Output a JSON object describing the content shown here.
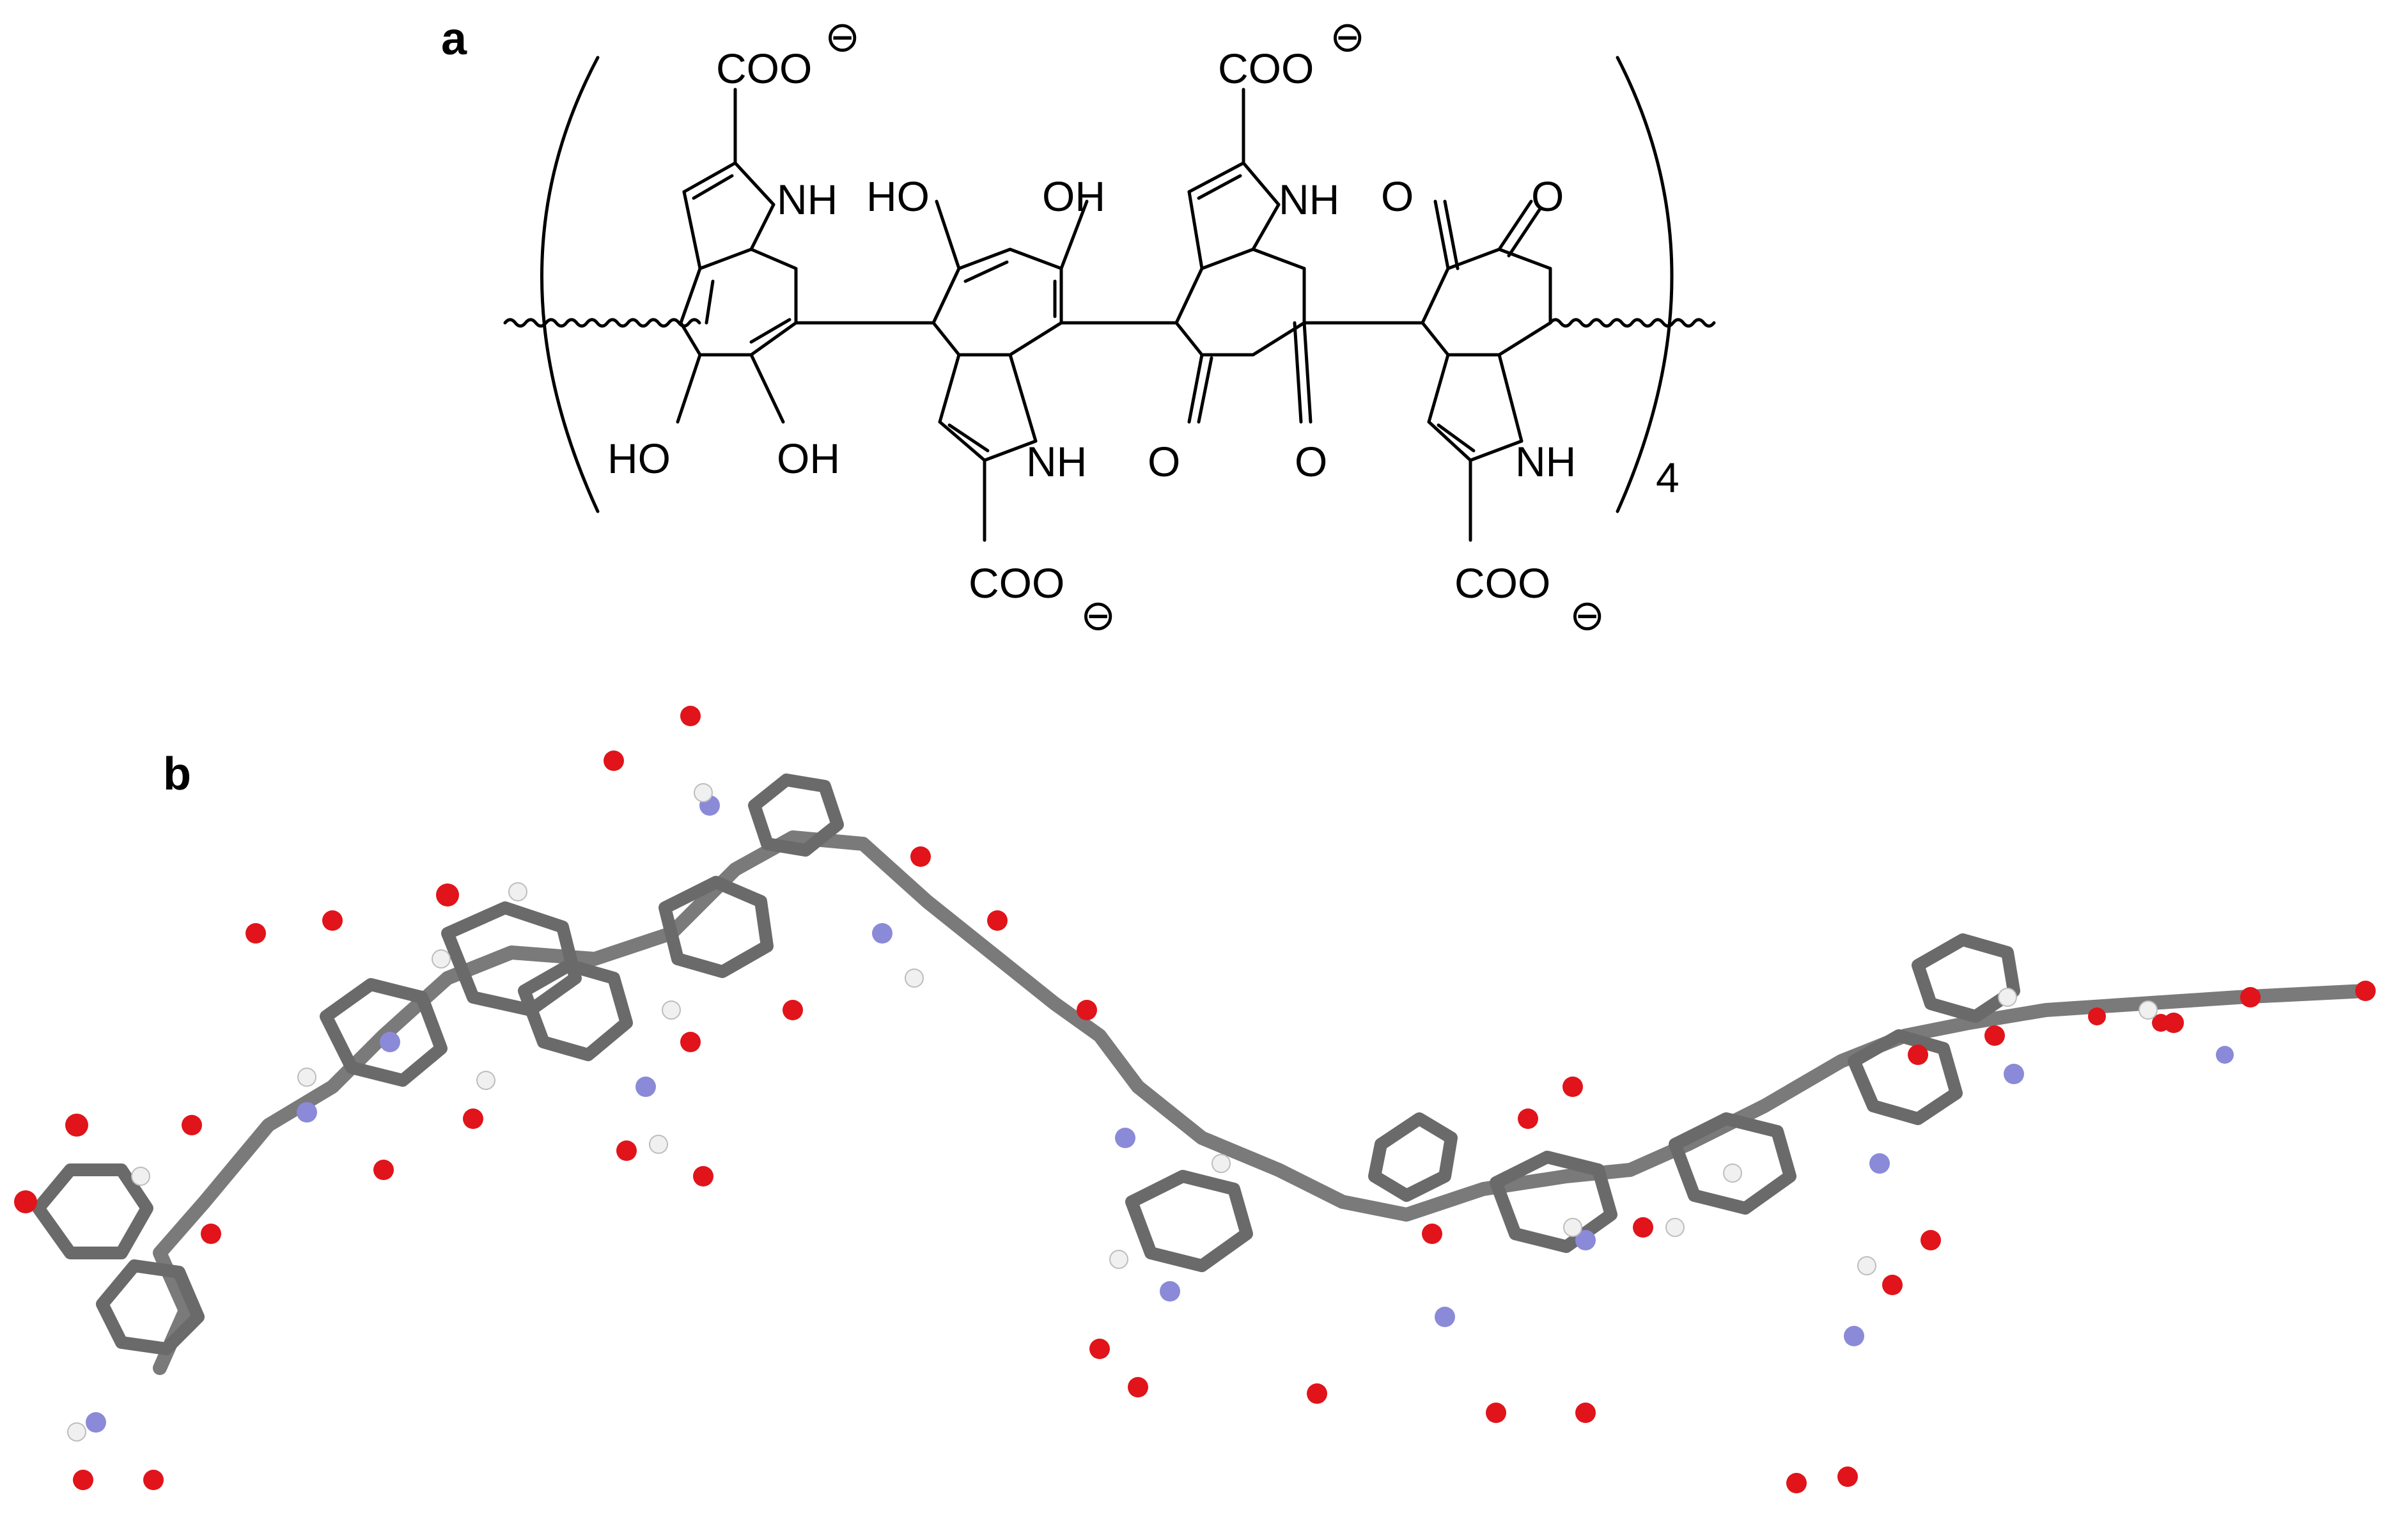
{
  "panel_a": {
    "label": "a",
    "repeat_subscript": "4",
    "carboxylates": [
      "COO",
      "COO",
      "COO",
      "COO"
    ],
    "charge": "⊖",
    "hydroxyls": [
      "HO",
      "OH",
      "HO",
      "OH"
    ],
    "amines": [
      "NH",
      "NH",
      "NH",
      "NH"
    ],
    "oxo": [
      "O",
      "O",
      "O",
      "O"
    ]
  },
  "panel_b": {
    "label": "b"
  },
  "colors": {
    "carbon": "#7a7a7a",
    "carbon_highlight": "#a8a8a8",
    "oxygen": "#e0141a",
    "nitrogen": "#8a8ad8",
    "hydrogen": "#f0f0f0",
    "line": "#000000"
  }
}
